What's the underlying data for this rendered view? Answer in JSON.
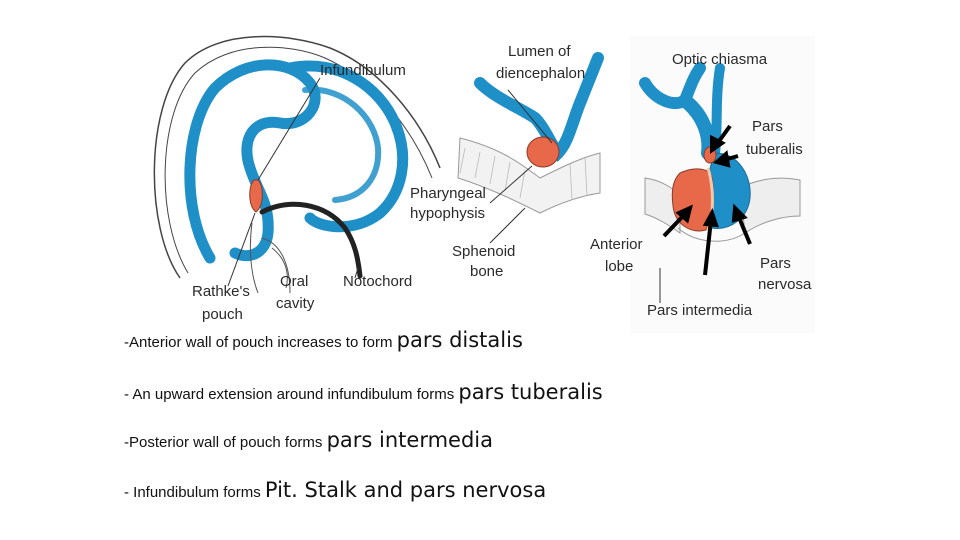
{
  "figure": {
    "labels": {
      "infundibulum": "Infundibulum",
      "rathkes_pouch": [
        "Rathke's",
        "pouch"
      ],
      "oral_cavity": [
        "Oral",
        "cavity"
      ],
      "notochord": "Notochord",
      "lumen": [
        "Lumen of",
        "diencephalon"
      ],
      "pharyngeal": [
        "Pharyngeal",
        "hypophysis"
      ],
      "sphenoid": [
        "Sphenoid",
        "bone"
      ],
      "optic_chiasma": "Optic chiasma",
      "pars_tuberalis": [
        "Pars",
        "tuberalis"
      ],
      "anterior_lobe": [
        "Anterior",
        "lobe"
      ],
      "pars_nervosa": [
        "Pars",
        "nervosa"
      ],
      "pars_intermedia": "Pars intermedia"
    },
    "colors": {
      "neural": "#1f8fc8",
      "pouch": "#e8694a",
      "line": "#333333"
    }
  },
  "bullets": [
    {
      "prefix": "-Anterior wall of pouch increases to form ",
      "emphasis": "pars distalis"
    },
    {
      "prefix": "- An upward extension around infundibulum forms ",
      "emphasis": "pars tuberalis"
    },
    {
      "prefix": "-Posterior wall of pouch forms ",
      "emphasis": "pars intermedia"
    },
    {
      "prefix": "- Infundibulum forms ",
      "emphasis": "Pit. Stalk and pars nervosa"
    }
  ]
}
